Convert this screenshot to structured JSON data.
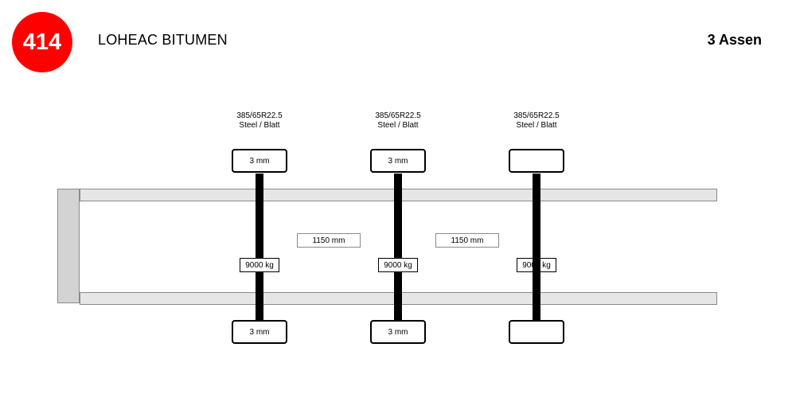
{
  "header": {
    "number": "414",
    "title": "LOHEAC BITUMEN",
    "axle_count": "3 Assen"
  },
  "axles": [
    {
      "tire_size": "385/65R22.5",
      "suspension": "Steel / Blatt",
      "wheel_top": "3 mm",
      "wheel_bottom": "3 mm",
      "load": "9000 kg"
    },
    {
      "tire_size": "385/65R22.5",
      "suspension": "Steel / Blatt",
      "wheel_top": "3 mm",
      "wheel_bottom": "3 mm",
      "load": "9000 kg"
    },
    {
      "tire_size": "385/65R22.5",
      "suspension": "Steel / Blatt",
      "wheel_top": "",
      "wheel_bottom": "",
      "load": "9000 kg"
    }
  ],
  "spacings": [
    "1150 mm",
    "1150 mm"
  ],
  "colors": {
    "badge": "#ff0000",
    "rail": "#e6e6e6",
    "frame_end": "#d3d3d3"
  }
}
